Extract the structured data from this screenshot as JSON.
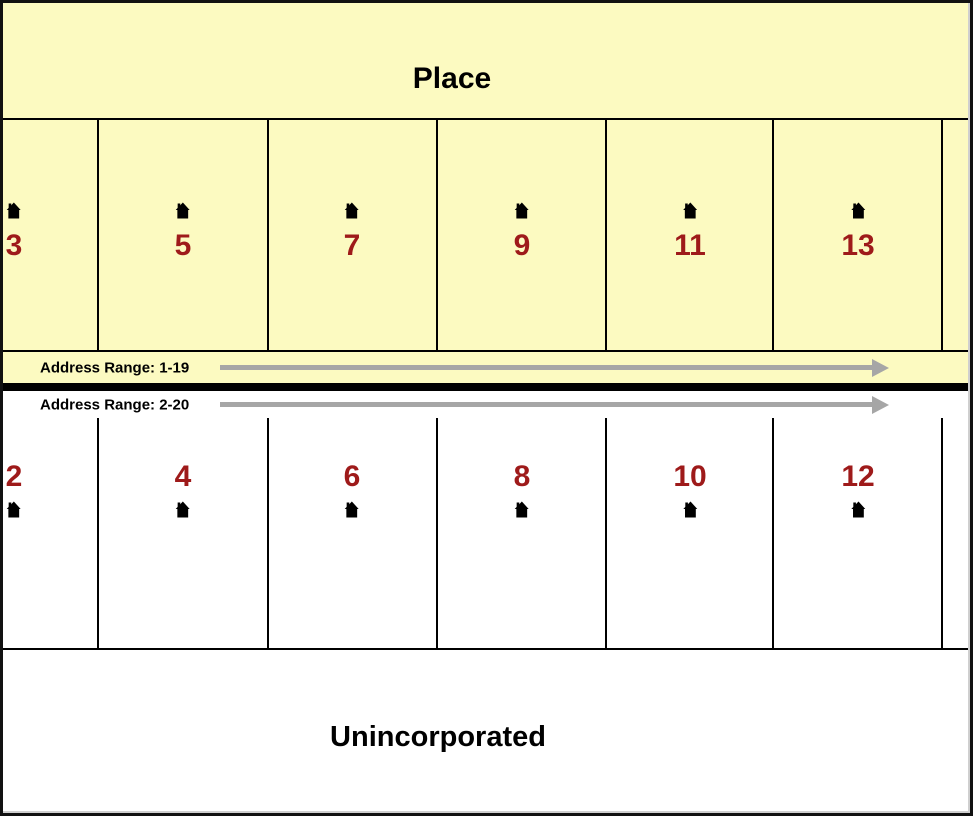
{
  "place": {
    "title": "Place"
  },
  "unincorporated": {
    "title": "Unincorporated"
  },
  "ranges": {
    "odd": {
      "label": "Address Range: 1-19"
    },
    "even": {
      "label": "Address Range: 2-20"
    }
  },
  "place_row": {
    "numbers": [
      "3",
      "5",
      "7",
      "9",
      "11",
      "13"
    ]
  },
  "unincorporated_row": {
    "numbers": [
      "2",
      "4",
      "6",
      "8",
      "10",
      "12"
    ]
  },
  "icons": {
    "house": "house-icon"
  },
  "colors": {
    "parcel_fill": "#FCFAC1",
    "address_number": "#9E1A1A",
    "arrow": "#A6A6A6",
    "street": "#000000",
    "border": "#111111"
  }
}
